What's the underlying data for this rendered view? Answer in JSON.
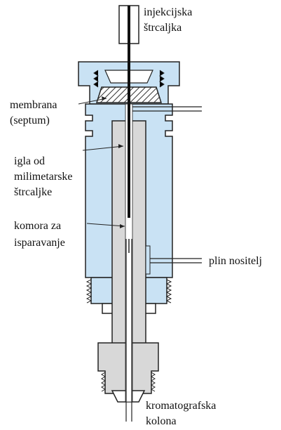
{
  "labels": {
    "syringe": [
      "injekcijska",
      "štrcaljka"
    ],
    "septum": [
      "membrana",
      "(septum)"
    ],
    "needle": [
      "igla od",
      "milimetarske",
      "štrcaljke"
    ],
    "chamber": [
      "komora za",
      "isparavanje"
    ],
    "carrier_gas": "plin nositelj",
    "column": [
      "kromatografska",
      "kolona"
    ]
  },
  "colors": {
    "housing": "#c9e2f4",
    "insert": "#d8d8d8",
    "outline": "#222222"
  }
}
